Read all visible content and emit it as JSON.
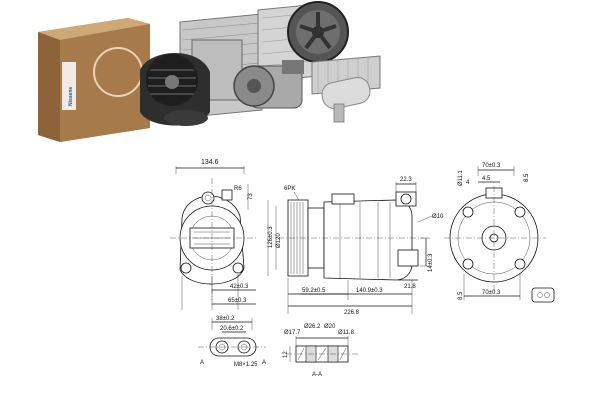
{
  "product_photo": {
    "box_brand": "Nissens"
  },
  "drawing": {
    "front_view": {
      "width": "134.6",
      "radius": "R6",
      "height": "73",
      "mount1": "42±0.3",
      "mount2": "65±0.3"
    },
    "side_view": {
      "belt": "6PK",
      "pulley_dia1": "Ø120",
      "pulley_dia2": "126±0.3",
      "fitting": "22.3",
      "hole": "Ø10",
      "offset": "14±0.3",
      "len1": "59.2±0.5",
      "len2": "140.9±0.3",
      "total": "226.8",
      "port": "21.8"
    },
    "rear_view": {
      "top_width": "70±0.3",
      "top_small": "4.5",
      "edge": "4",
      "top_h": "8.5",
      "port_dia": "Ø11.1",
      "bottom_width": "70±0.3",
      "bottom_h": "8.5"
    },
    "fitting_top_view": {
      "w1": "38±0.2",
      "w2": "20.6±0.2",
      "thread": "M8×1.25",
      "mark": "A"
    },
    "fitting_section": {
      "d1": "Ø17.7",
      "d2": "Ø26.2",
      "d3": "Ø20",
      "d4": "Ø11.8",
      "h": "12",
      "caption": "A-A"
    }
  },
  "colors": {
    "box": "#b58a5a",
    "metal": "#9a9a9a",
    "line": "#111111",
    "logo": "#2a4ea0"
  }
}
